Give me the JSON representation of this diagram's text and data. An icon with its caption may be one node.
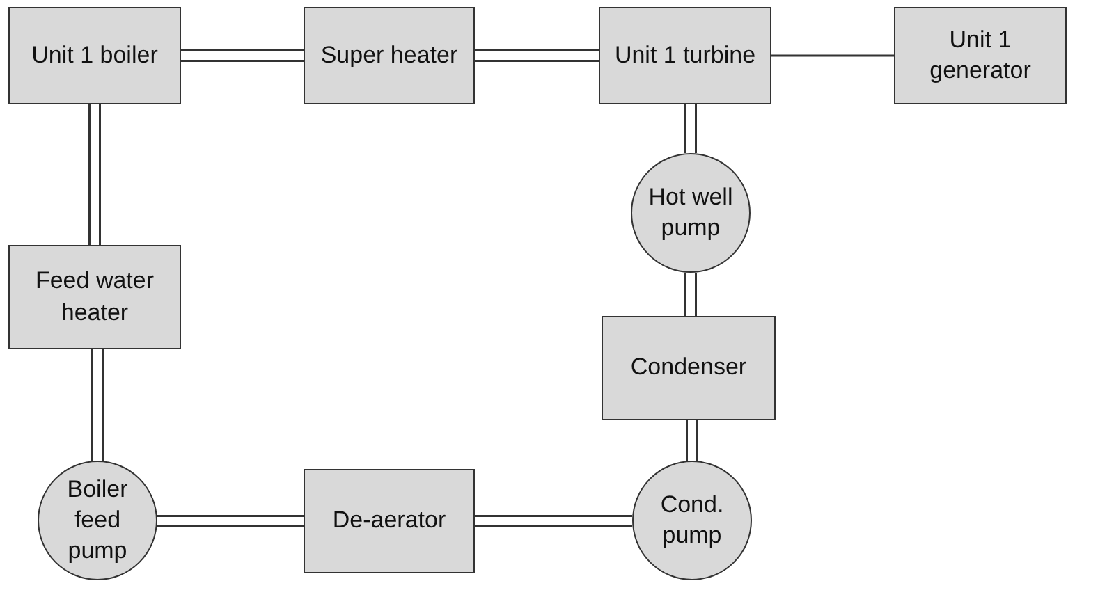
{
  "diagram": {
    "nodes": [
      {
        "text": [
          "Unit 1 boiler"
        ]
      },
      {
        "text": [
          "Super heater"
        ]
      },
      {
        "text": [
          "Unit 1 turbine"
        ]
      },
      {
        "text": [
          "Unit 1 generator"
        ]
      },
      {
        "text": [
          "Hot well pump"
        ]
      },
      {
        "text": [
          "Feed water heater"
        ]
      },
      {
        "text": [
          "Condenser"
        ]
      },
      {
        "text": [
          "Boiler feed pump"
        ]
      },
      {
        "text": [
          "De-aerator"
        ]
      },
      {
        "text": [
          "Cond. pump"
        ]
      }
    ],
    "edges": [
      {
        "from": 0,
        "to": 1,
        "arrow": "none"
      },
      {
        "from": 1,
        "to": 2,
        "arrow": "none"
      },
      {
        "from": 2,
        "to": 3,
        "arrow": "none"
      },
      {
        "from": 2,
        "to": 4,
        "arrow": "none"
      },
      {
        "from": 4,
        "to": 6,
        "arrow": "none"
      },
      {
        "from": 6,
        "to": 9,
        "arrow": "none"
      },
      {
        "from": 9,
        "to": 8,
        "arrow": "none"
      },
      {
        "from": 8,
        "to": 7,
        "arrow": "none"
      },
      {
        "from": 7,
        "to": 5,
        "arrow": "none"
      },
      {
        "from": 5,
        "to": 0,
        "arrow": "none"
      }
    ]
  }
}
